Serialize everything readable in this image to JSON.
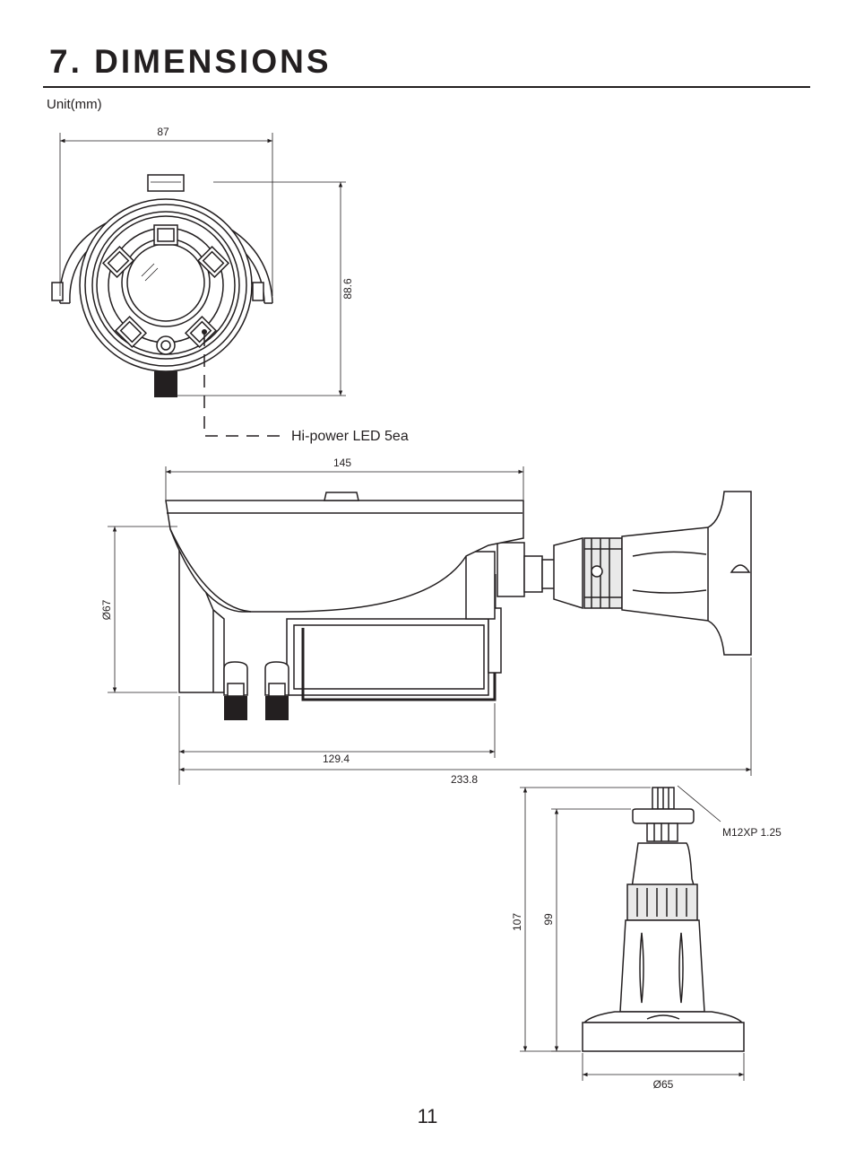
{
  "header": {
    "title": "7. DIMENSIONS",
    "unit": "Unit(mm)"
  },
  "front_view": {
    "width_label": "87",
    "height_label": "88.6",
    "led_callout": "Hi-power LED 5ea"
  },
  "side_view": {
    "length_label": "145",
    "diameter_label": "Ø67",
    "body_length_label": "129.4",
    "overall_length_label": "233.8"
  },
  "bracket_view": {
    "thread_label": "M12XP 1.25",
    "total_height_label": "107",
    "height_label": "99",
    "base_diameter_label": "Ø65"
  },
  "footer": {
    "page_number": "11"
  }
}
